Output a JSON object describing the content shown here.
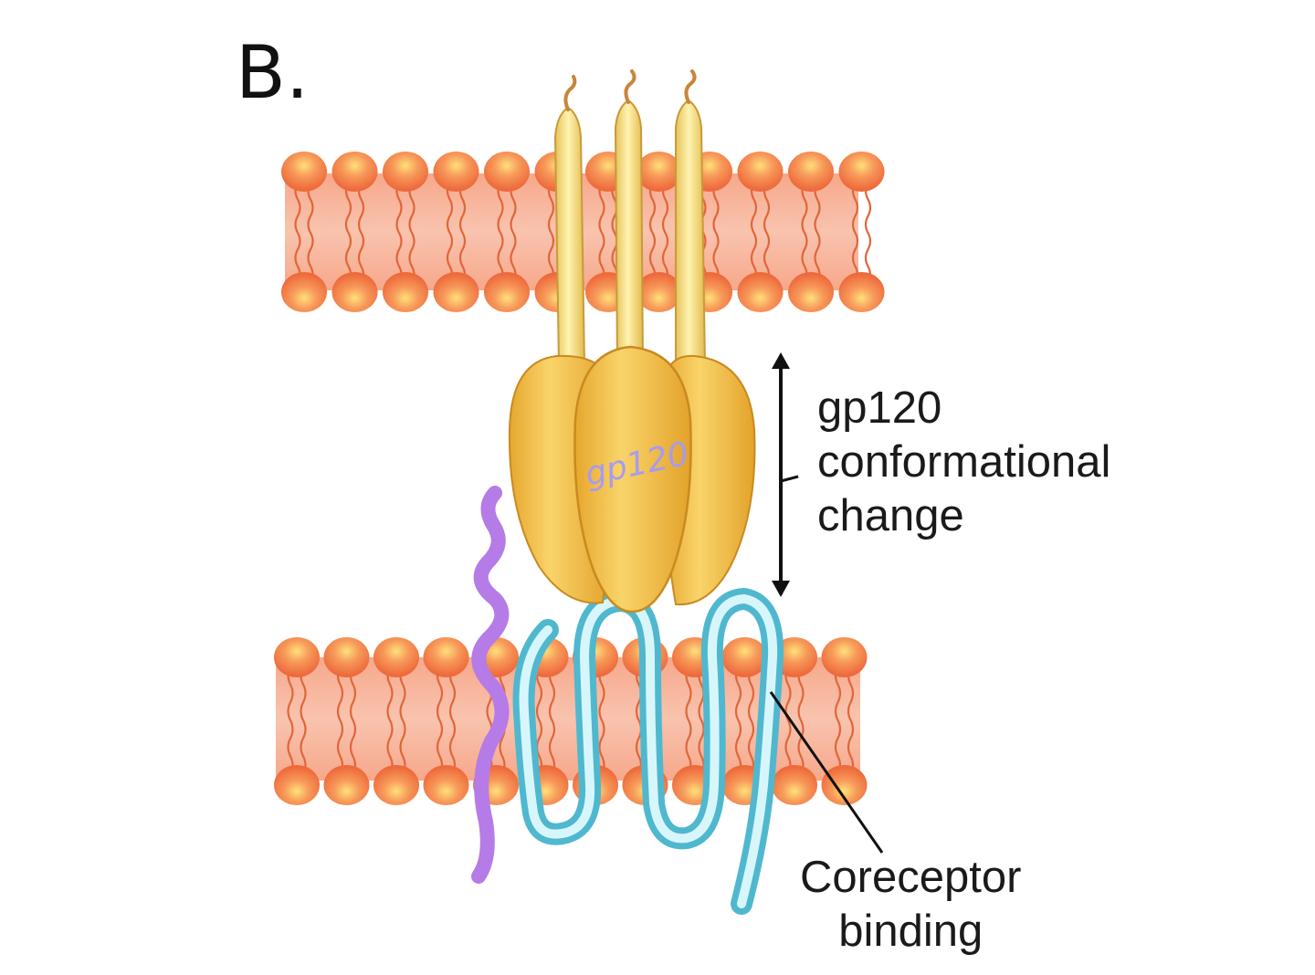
{
  "panel_label": "B.",
  "labels": {
    "gp120_change": [
      "gp120",
      "conformational",
      "change"
    ],
    "coreceptor_binding": [
      "Coreceptor",
      "binding"
    ]
  },
  "subunit_text": "gp120",
  "colors": {
    "lipid_head": "#f2794a",
    "lipid_highlight": "#ffd86b",
    "membrane_core": "#f7b39a",
    "gp120_body": "#f2c14e",
    "gp41_stalk": "#f4e08a",
    "cd4_strand": "#b57be6",
    "coreceptor": "#8fd8e6",
    "subunit_text": "#a79bf0"
  },
  "icons": [
    "double-arrow-icon",
    "leader-line-icon"
  ]
}
